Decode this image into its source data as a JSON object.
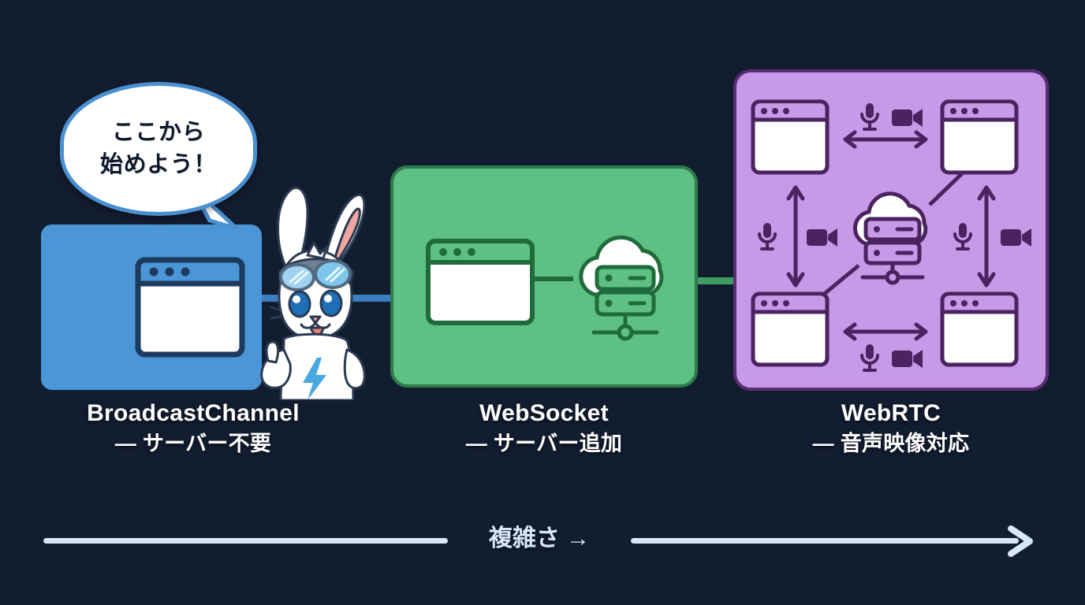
{
  "background_color": "#131d30",
  "speech_bubble": {
    "name": "speech-bubble",
    "line1": "ここから",
    "line2": "始めよう！",
    "fill_color": "#ffffff",
    "border_color": "#4a90d0"
  },
  "mascot": {
    "name": "rabbit-mascot",
    "description": "white rabbit with goggles giving thumbs up",
    "shirt_icon": "lightning-bolt-icon",
    "accent_color": "#49a8e0"
  },
  "panels": [
    {
      "id": "broadcastchannel",
      "color": "#4a96d6",
      "outline_color": "#1d3a5f",
      "icons": [
        "browser-window-icon"
      ],
      "title": "BroadcastChannel",
      "subtitle": "— サーバー不要"
    },
    {
      "id": "websocket",
      "color": "#5ec183",
      "outline_color": "#2f7a4a",
      "icons": [
        "browser-window-icon",
        "cloud-server-icon"
      ],
      "title": "WebSocket",
      "subtitle": "— サーバー追加"
    },
    {
      "id": "webrtc",
      "color": "#c79ae8",
      "outline_color": "#5b2d73",
      "icons": [
        "browser-window-icon",
        "browser-window-icon",
        "browser-window-icon",
        "browser-window-icon",
        "cloud-server-icon",
        "microphone-icon",
        "video-camera-icon",
        "double-arrow-icon"
      ],
      "title": "WebRTC",
      "subtitle": "— 音声映像対応"
    }
  ],
  "connectors": [
    {
      "name": "connector-blue-green",
      "color": "#3c7fc0"
    },
    {
      "name": "connector-green-purple",
      "color": "#3f9b63"
    }
  ],
  "axis": {
    "name": "complexity-axis",
    "label": "複雑さ →",
    "line_color": "#d7e8fa",
    "arrow_direction": "right"
  }
}
